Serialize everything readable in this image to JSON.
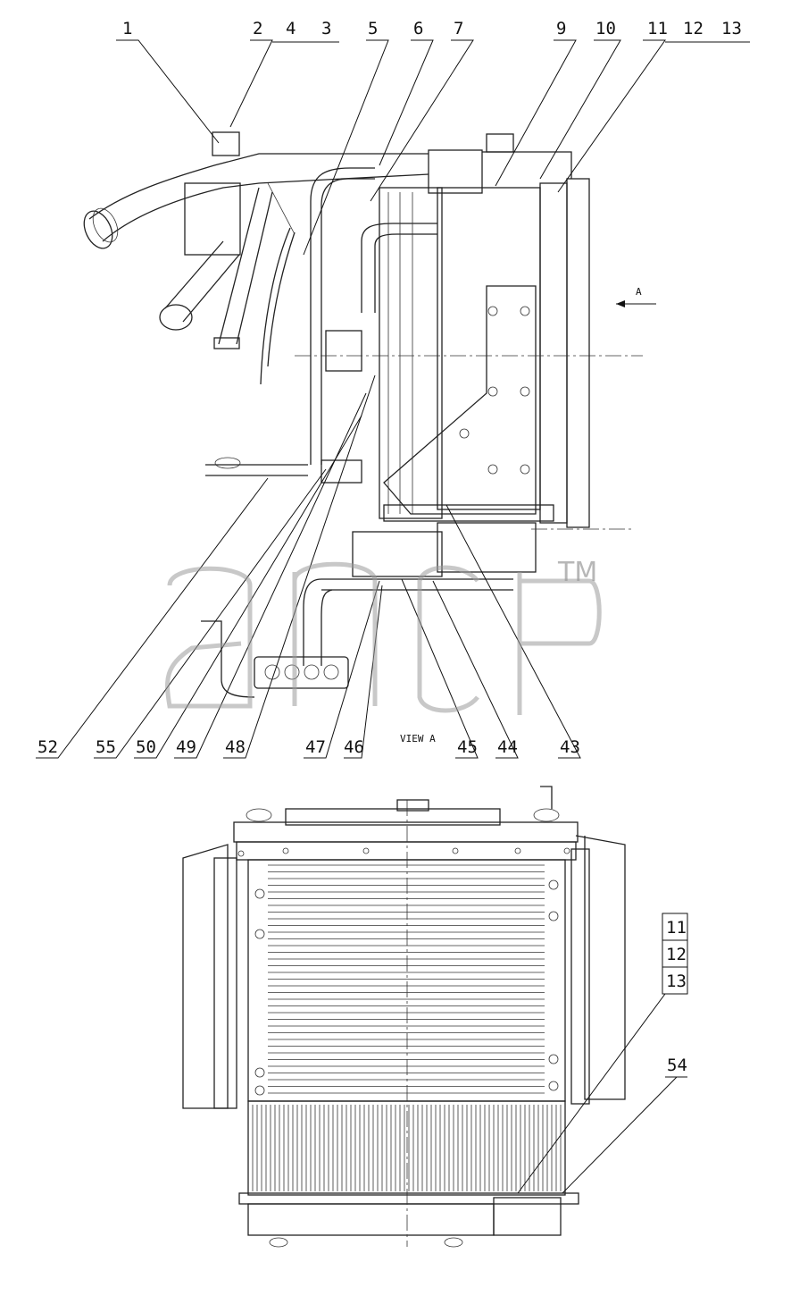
{
  "labels_top": [
    "1",
    "2",
    "4",
    "3",
    "5",
    "6",
    "7",
    "9",
    "10",
    "11",
    "12",
    "13"
  ],
  "labels_bottom": [
    "52",
    "55",
    "50",
    "49",
    "48",
    "47",
    "46",
    "45",
    "44",
    "43"
  ],
  "view_label": "VIEW  A",
  "view_arrow_label": "A",
  "labels_view_a": [
    "11",
    "12",
    "13",
    "54"
  ],
  "watermark": {
    "trademark": "TM"
  }
}
